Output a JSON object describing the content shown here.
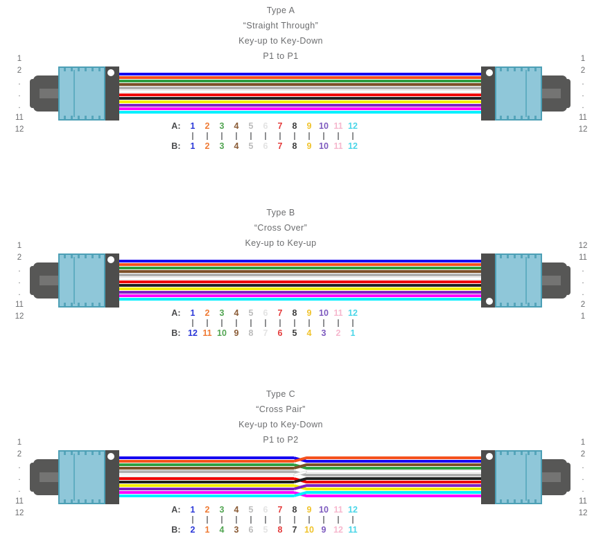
{
  "palette": {
    "stripe_colors": [
      "#1500F0",
      "#F4511E",
      "#2F9E41",
      "#7B5028",
      "#B0B0B0",
      "#FFFFFF",
      "#EE0000",
      "#202020",
      "#F5EE00",
      "#7D22C3",
      "#FF00FF",
      "#00F0FF"
    ],
    "digit_colors": [
      "#2B38D8",
      "#EF7B35",
      "#52A552",
      "#8A5B35",
      "#BCBCBC",
      "#E3E3E3",
      "#E43B3B",
      "#3D3D3D",
      "#F0C32C",
      "#7E5BBF",
      "#F6B8CE",
      "#4CD6E8"
    ],
    "title_text": "#6B6C6E",
    "edge_text": "#6B6C6E",
    "map_label_text": "#4A4B4D",
    "tick_color": "#8F9092",
    "connector_teal": "#8FC7D9",
    "connector_teal_dark": "#4C9FB5",
    "boot_gray": "#575756",
    "strip_gray": "#4D4D4C",
    "key_dot": "#FFFFFF"
  },
  "fiber_names": [
    "blue",
    "orange",
    "green",
    "brown",
    "slate",
    "white",
    "red",
    "black",
    "yellow",
    "violet",
    "rose",
    "aqua"
  ],
  "sections": [
    {
      "id": "type-a",
      "title_lines": [
        "Type A",
        "“Straight Through”",
        "Key-up to Key-Down",
        "P1 to P1"
      ],
      "left_labels": [
        "1",
        "2",
        ".",
        ".",
        ".",
        "11",
        "12"
      ],
      "right_labels": [
        "1",
        "2",
        ".",
        ".",
        ".",
        "11",
        "12"
      ],
      "ribbon": "straight",
      "left_key_dot": "top",
      "right_key_dot": "top",
      "mapping": {
        "a_label": "A:",
        "b_label": "B:",
        "a": [
          "1",
          "2",
          "3",
          "4",
          "5",
          "6",
          "7",
          "8",
          "9",
          "10",
          "11",
          "12"
        ],
        "b": [
          "1",
          "2",
          "3",
          "4",
          "5",
          "6",
          "7",
          "8",
          "9",
          "10",
          "11",
          "12"
        ]
      }
    },
    {
      "id": "type-b",
      "title_lines": [
        "Type B",
        "“Cross Over”",
        "Key-up to Key-up"
      ],
      "left_labels": [
        "1",
        "2",
        ".",
        ".",
        ".",
        "11",
        "12"
      ],
      "right_labels": [
        "12",
        "11",
        ".",
        ".",
        ".",
        "2",
        "1"
      ],
      "ribbon": "straight",
      "left_key_dot": "top",
      "right_key_dot": "bottom",
      "mapping": {
        "a_label": "A:",
        "b_label": "B:",
        "a": [
          "1",
          "2",
          "3",
          "4",
          "5",
          "6",
          "7",
          "8",
          "9",
          "10",
          "11",
          "12"
        ],
        "b": [
          "12",
          "11",
          "10",
          "9",
          "8",
          "7",
          "6",
          "5",
          "4",
          "3",
          "2",
          "1"
        ]
      }
    },
    {
      "id": "type-c",
      "title_lines": [
        "Type C",
        "“Cross Pair”",
        "Key-up to Key-Down",
        "P1 to P2"
      ],
      "left_labels": [
        "1",
        "2",
        ".",
        ".",
        ".",
        "11",
        "12"
      ],
      "right_labels": [
        "1",
        "2",
        ".",
        ".",
        ".",
        "11",
        "12"
      ],
      "ribbon": "cross-pairs",
      "left_key_dot": "top",
      "right_key_dot": "top",
      "right_fiber_order": [
        2,
        1,
        4,
        3,
        6,
        5,
        8,
        7,
        10,
        9,
        12,
        11
      ],
      "mapping": {
        "a_label": "A:",
        "b_label": "B:",
        "a": [
          "1",
          "2",
          "3",
          "4",
          "5",
          "6",
          "7",
          "8",
          "9",
          "10",
          "11",
          "12"
        ],
        "b": [
          "2",
          "1",
          "4",
          "3",
          "6",
          "5",
          "8",
          "7",
          "10",
          "9",
          "12",
          "11"
        ]
      }
    }
  ]
}
